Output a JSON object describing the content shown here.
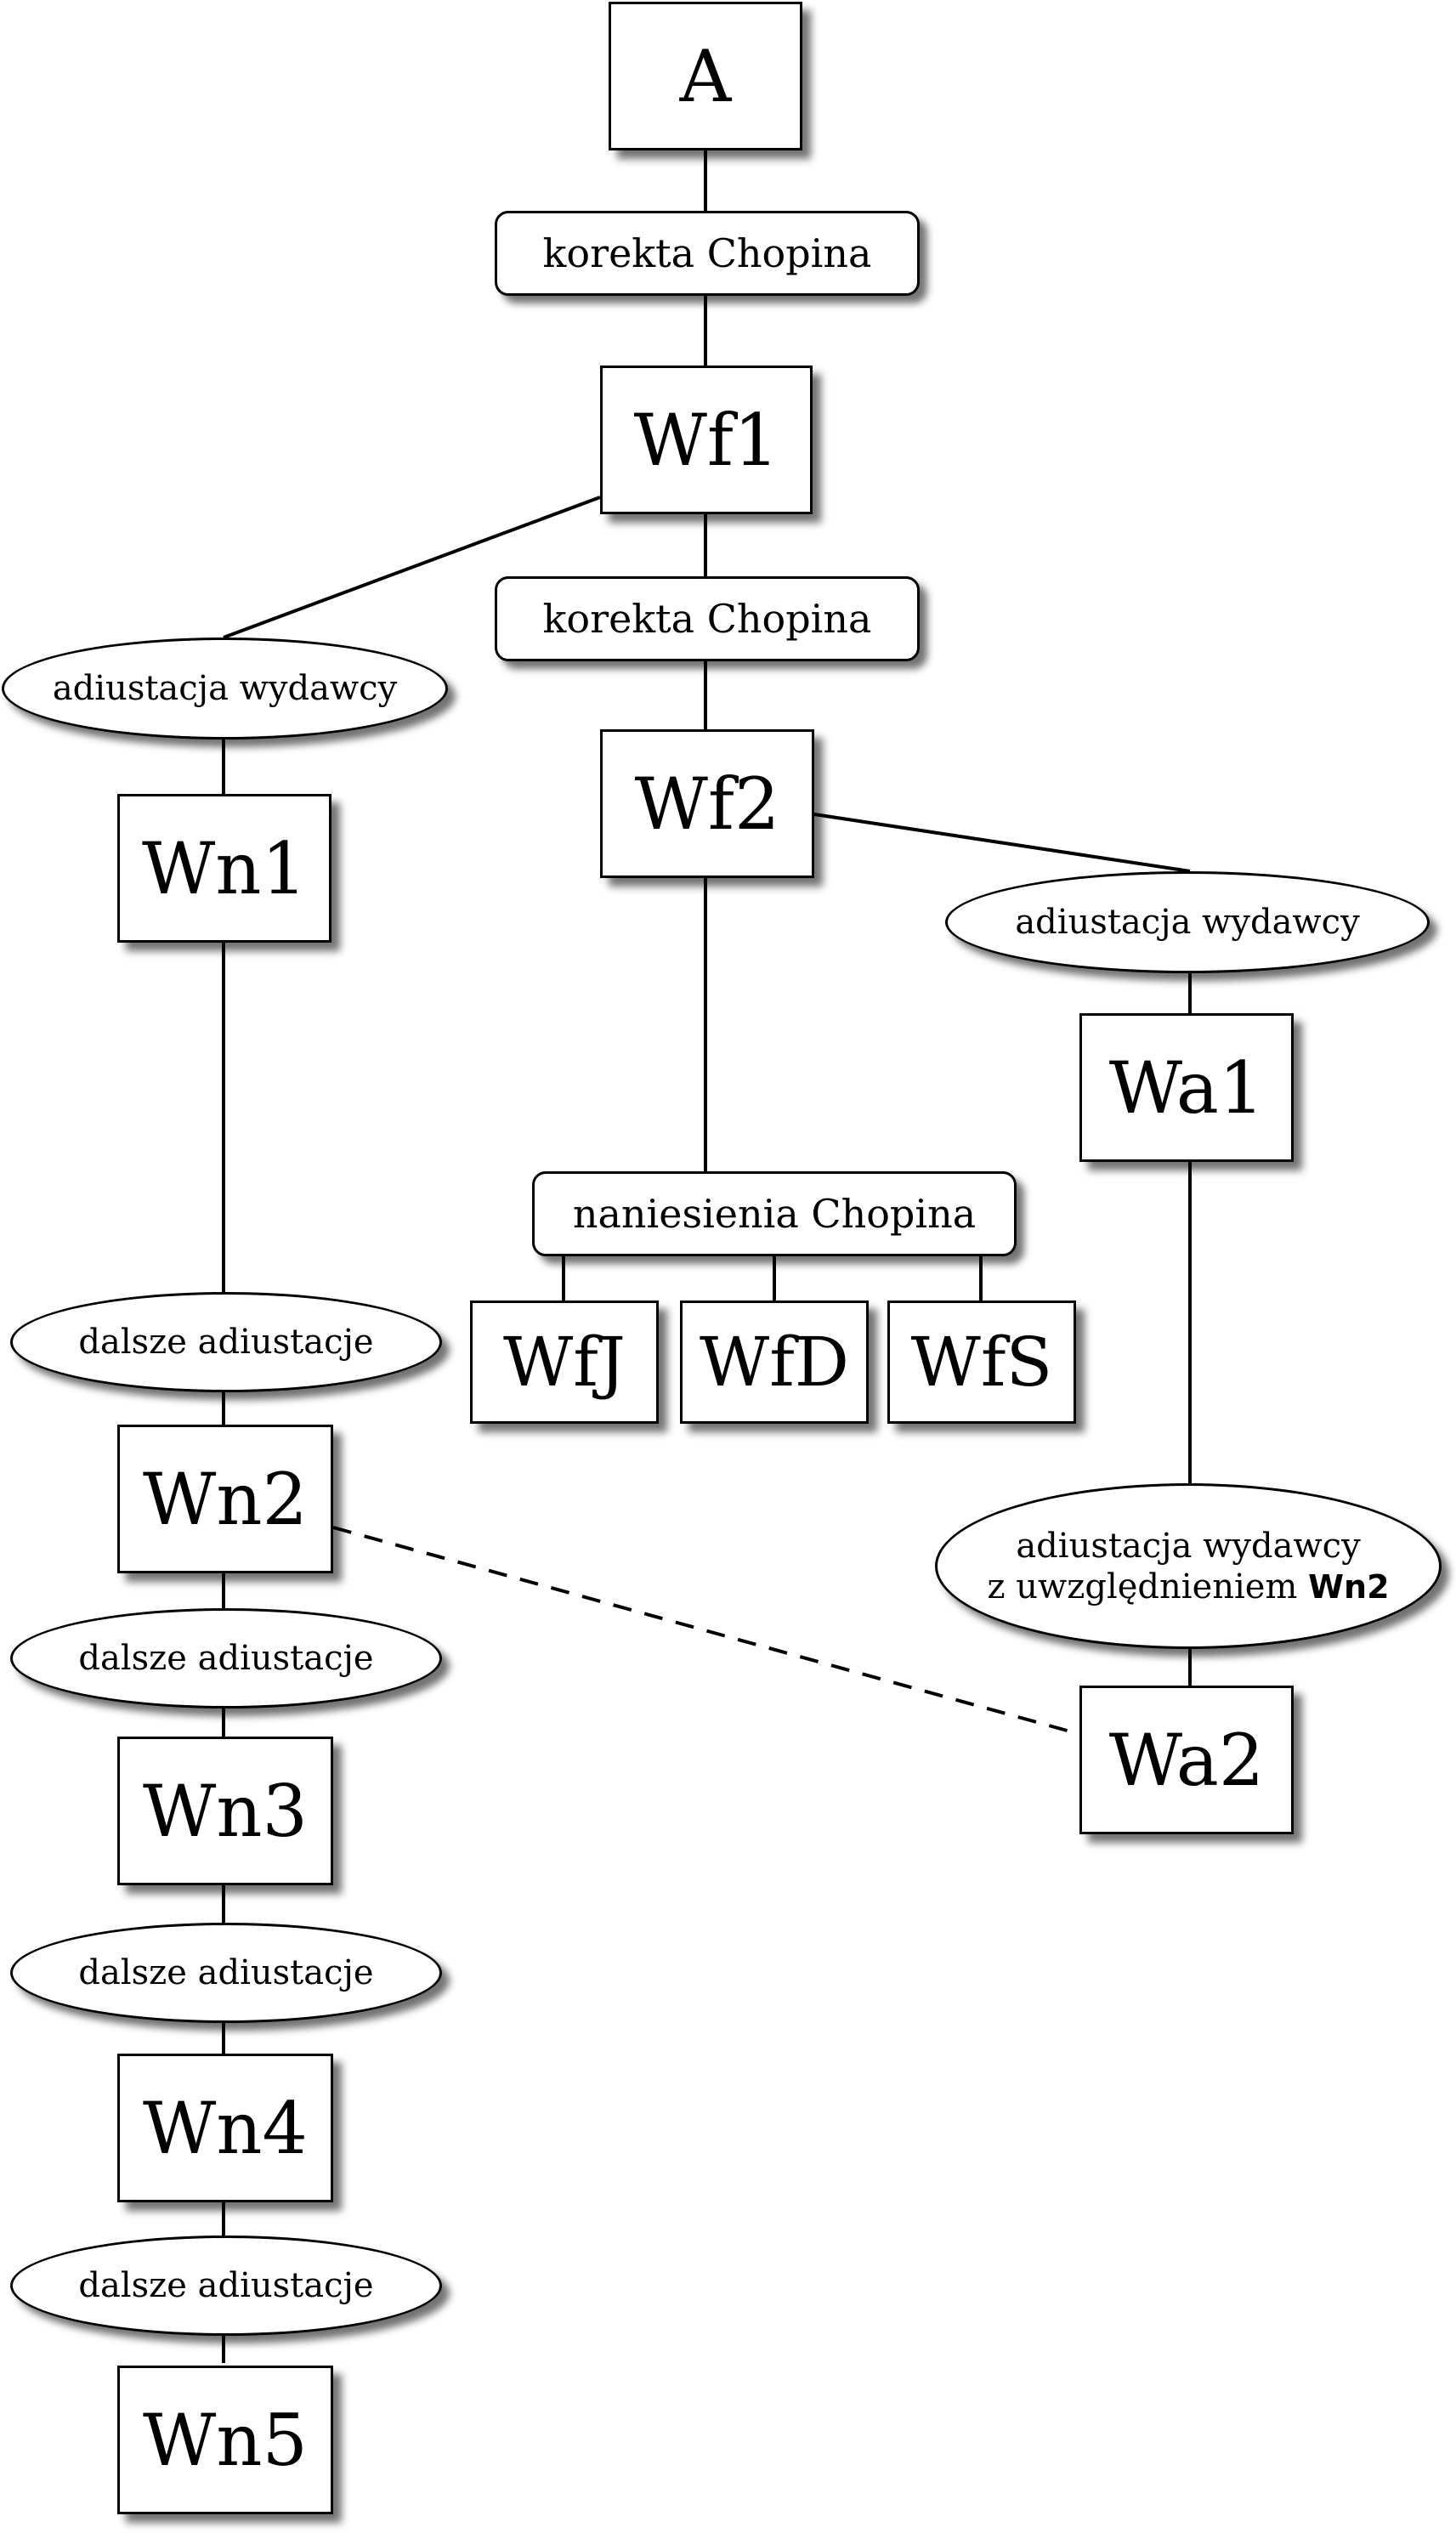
{
  "nodes": {
    "A": "A",
    "Wf1": "Wf1",
    "Wf2": "Wf2",
    "Wn1": "Wn1",
    "Wn2": "Wn2",
    "Wn3": "Wn3",
    "Wn4": "Wn4",
    "Wn5": "Wn5",
    "Wa1": "Wa1",
    "Wa2": "Wa2",
    "WfJ": "WfJ",
    "WfD": "WfD",
    "WfS": "WfS"
  },
  "labels": {
    "korekta_1": "korekta Chopina",
    "korekta_2": "korekta Chopina",
    "adiustacja_left": "adiustacja wydawcy",
    "adiustacja_right": "adiustacja wydawcy",
    "naniesienia": "naniesienia Chopina",
    "dalsze_1": "dalsze adiustacje",
    "dalsze_2": "dalsze adiustacje",
    "dalsze_3": "dalsze adiustacje",
    "dalsze_4": "dalsze adiustacje",
    "adiustacja_wn2_line1": "adiustacja wydawcy",
    "adiustacja_wn2_line2_prefix": "z uwzględnieniem",
    "adiustacja_wn2_line2_ref": "Wn2"
  }
}
